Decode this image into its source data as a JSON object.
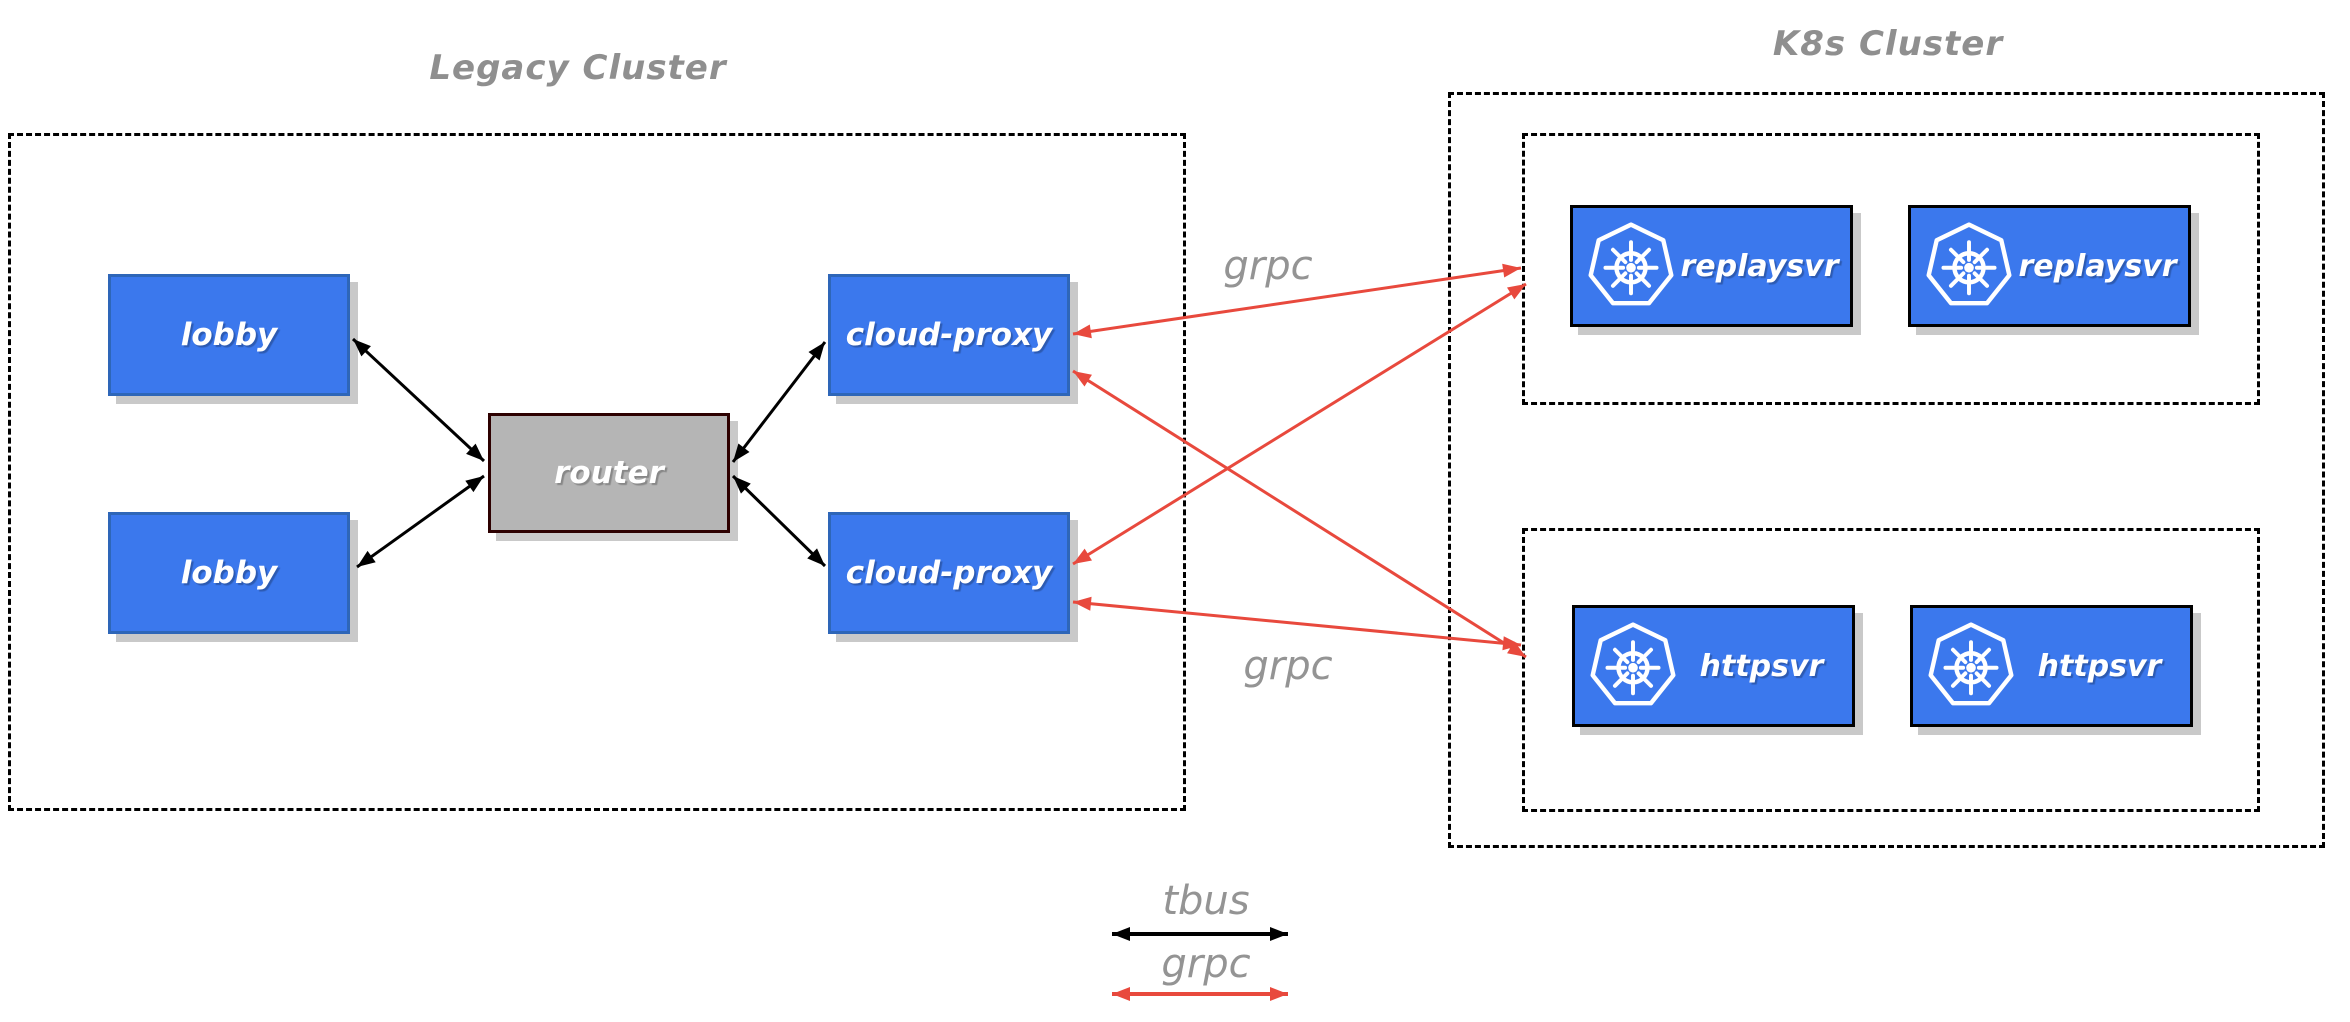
{
  "diagram": {
    "legacy_cluster": {
      "title": "Legacy Cluster",
      "nodes": [
        {
          "id": "lobby-1",
          "label": "lobby"
        },
        {
          "id": "lobby-2",
          "label": "lobby"
        },
        {
          "id": "router",
          "label": "router"
        },
        {
          "id": "cloud-proxy-1",
          "label": "cloud-proxy"
        },
        {
          "id": "cloud-proxy-2",
          "label": "cloud-proxy"
        }
      ]
    },
    "k8s_cluster": {
      "title": "K8s Cluster",
      "replay_group": [
        {
          "id": "replaysvr-1",
          "label": "replaysvr",
          "icon": "kubernetes-icon"
        },
        {
          "id": "replaysvr-2",
          "label": "replaysvr",
          "icon": "kubernetes-icon"
        }
      ],
      "http_group": [
        {
          "id": "httpsvr-1",
          "label": "httpsvr",
          "icon": "kubernetes-icon"
        },
        {
          "id": "httpsvr-2",
          "label": "httpsvr",
          "icon": "kubernetes-icon"
        }
      ]
    },
    "edge_labels": {
      "grpc_top": "grpc",
      "grpc_bottom": "grpc"
    },
    "connections": [
      {
        "from": "lobby-1",
        "to": "router",
        "protocol": "tbus",
        "bidirectional": true
      },
      {
        "from": "lobby-2",
        "to": "router",
        "protocol": "tbus",
        "bidirectional": true
      },
      {
        "from": "router",
        "to": "cloud-proxy-1",
        "protocol": "tbus",
        "bidirectional": true
      },
      {
        "from": "router",
        "to": "cloud-proxy-2",
        "protocol": "tbus",
        "bidirectional": true
      },
      {
        "from": "cloud-proxy-1",
        "to": "replaysvr",
        "protocol": "grpc",
        "bidirectional": true
      },
      {
        "from": "cloud-proxy-1",
        "to": "httpsvr",
        "protocol": "grpc",
        "bidirectional": true
      },
      {
        "from": "cloud-proxy-2",
        "to": "replaysvr",
        "protocol": "grpc",
        "bidirectional": true
      },
      {
        "from": "cloud-proxy-2",
        "to": "httpsvr",
        "protocol": "grpc",
        "bidirectional": true
      }
    ],
    "legend": {
      "tbus_label": "tbus",
      "grpc_label": "grpc"
    },
    "colors": {
      "node_blue": "#3b78ed",
      "node_blue_border": "#2e66b8",
      "k8s_node_border": "#000000",
      "router_gray": "#b5b5b5",
      "router_border": "#2d0000",
      "arrow_black": "#000000",
      "arrow_red": "#e8493d",
      "label_gray": "#949494",
      "shadow_gray": "#c9c9c9"
    }
  }
}
